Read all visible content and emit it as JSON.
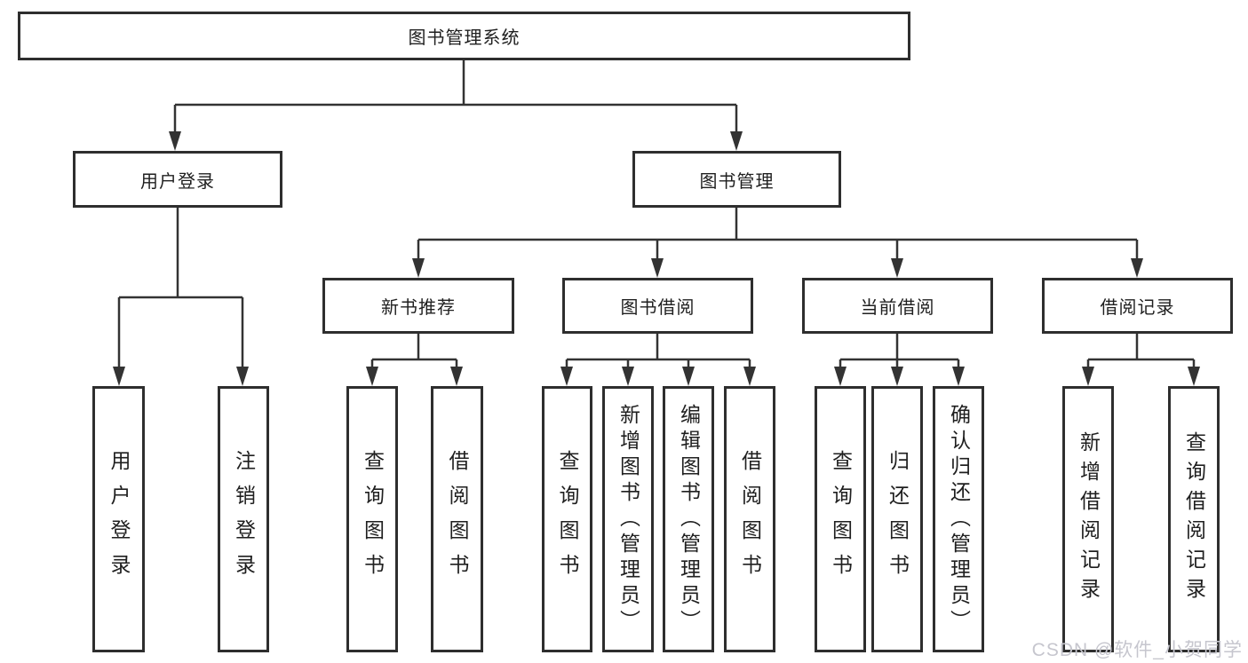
{
  "diagram": {
    "root": {
      "label": "图书管理系统"
    },
    "branches": [
      {
        "label": "用户登录",
        "leaves": [
          {
            "label": "用户登录"
          },
          {
            "label": "注销登录"
          }
        ]
      },
      {
        "label": "图书管理",
        "sections": [
          {
            "label": "新书推荐",
            "leaves": [
              {
                "label": "查询图书"
              },
              {
                "label": "借阅图书"
              }
            ]
          },
          {
            "label": "图书借阅",
            "leaves": [
              {
                "label": "查询图书"
              },
              {
                "label": "新增图书（管理员）"
              },
              {
                "label": "编辑图书（管理员）"
              },
              {
                "label": "借阅图书"
              }
            ]
          },
          {
            "label": "当前借阅",
            "leaves": [
              {
                "label": "查询图书"
              },
              {
                "label": "归还图书"
              },
              {
                "label": "确认归还（管理员）"
              }
            ]
          },
          {
            "label": "借阅记录",
            "leaves": [
              {
                "label": "新增借阅记录"
              },
              {
                "label": "查询借阅记录"
              }
            ]
          }
        ]
      }
    ]
  },
  "watermark": {
    "text": "CSDN @软件_小贺同学"
  },
  "colors": {
    "line": "#333333",
    "box_border": "#2e2e2e",
    "text": "#1f1f1f",
    "watermark": "#c6c6ce",
    "background": "#ffffff"
  }
}
